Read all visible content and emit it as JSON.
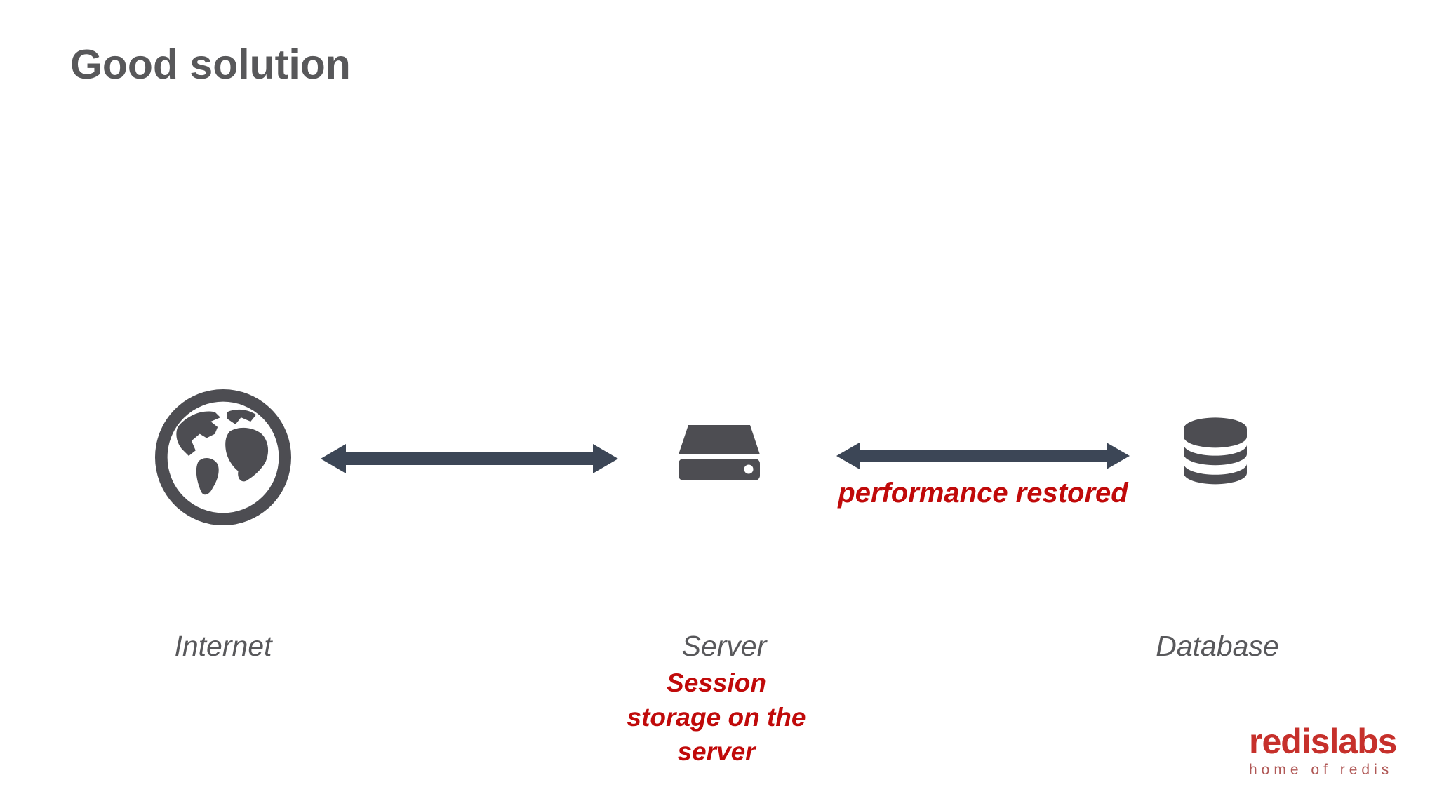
{
  "slide": {
    "title": "Good solution"
  },
  "diagram": {
    "nodes": {
      "internet": {
        "label": "Internet",
        "icon": "globe-icon"
      },
      "server": {
        "label": "Server",
        "icon": "server-icon",
        "annotation": "Session\nstorage on the\nserver"
      },
      "database": {
        "label": "Database",
        "icon": "database-icon"
      }
    },
    "edges": {
      "internet_server": {
        "type": "double-arrow"
      },
      "server_database": {
        "type": "double-arrow",
        "label": "performance restored"
      }
    }
  },
  "footer": {
    "logo_text": "redislabs",
    "logo_tagline": "home of redis"
  },
  "colors": {
    "title": "#58585a",
    "label": "#58585b",
    "icon": "#4d4d52",
    "arrow": "#3c4656",
    "red": "#c00a0a",
    "logo": "#c6302b",
    "logo-tagline": "#b05856"
  }
}
